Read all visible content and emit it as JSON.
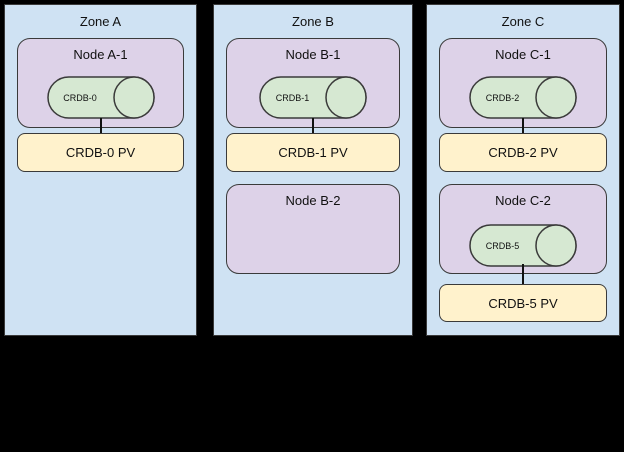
{
  "diagram": {
    "type": "cluster-topology-diagram",
    "colors": {
      "canvas_bg": "#000000",
      "zone_fill": "#CFE2F3",
      "node_fill": "#DDD2E8",
      "pod_fill": "#D6E8D2",
      "pv_fill": "#FFF2CC",
      "border": "#3a3a3a",
      "connector": "#111111",
      "text": "#111111"
    },
    "zones": [
      {
        "title": "Zone A",
        "nodes": [
          {
            "title": "Node A-1",
            "pod": "CRDB-0",
            "pv": "CRDB-0 PV"
          }
        ]
      },
      {
        "title": "Zone B",
        "nodes": [
          {
            "title": "Node B-1",
            "pod": "CRDB-1",
            "pv": "CRDB-1 PV"
          },
          {
            "title": "Node B-2"
          }
        ]
      },
      {
        "title": "Zone C",
        "nodes": [
          {
            "title": "Node C-1",
            "pod": "CRDB-2",
            "pv": "CRDB-2 PV"
          },
          {
            "title": "Node C-2",
            "pod": "CRDB-5",
            "pv": "CRDB-5 PV"
          }
        ]
      }
    ]
  }
}
